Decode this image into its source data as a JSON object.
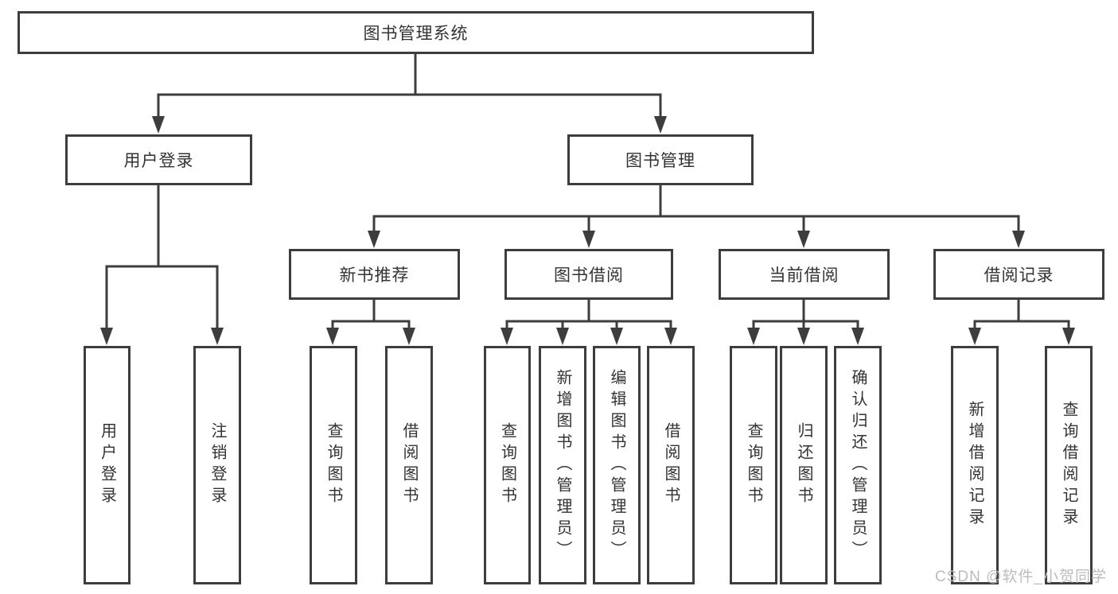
{
  "diagram": {
    "title": "图书管理系统",
    "type": "hierarchy-tree",
    "colors": {
      "line": "#3d3d3d",
      "text": "#333333",
      "box_background": "#ffffff",
      "page_background": "#ffffff",
      "watermark": "#bcbcbc"
    },
    "nodes": {
      "root": "图书管理系统",
      "user_login": "用户登录",
      "book_mgmt": "图书管理",
      "new_book_rec": "新书推荐",
      "book_borrow": "图书借阅",
      "current_borrow": "当前借阅",
      "borrow_records": "借阅记录",
      "leaf_user_login": "用户登录",
      "leaf_logout": "注销登录",
      "leaf_rec_query": "查询图书",
      "leaf_rec_borrow": "借阅图书",
      "leaf_borrow_query": "查询图书",
      "leaf_borrow_add": "新增图书（管理员）",
      "leaf_borrow_edit": "编辑图书（管理员）",
      "leaf_borrow_borrow": "借阅图书",
      "leaf_current_query": "查询图书",
      "leaf_current_return": "归还图书",
      "leaf_current_confirm": "确认归还（管理员）",
      "leaf_records_add": "新增借阅记录",
      "leaf_records_query": "查询借阅记录"
    },
    "edges": [
      [
        "root",
        "user_login"
      ],
      [
        "root",
        "book_mgmt"
      ],
      [
        "user_login",
        "leaf_user_login"
      ],
      [
        "user_login",
        "leaf_logout"
      ],
      [
        "book_mgmt",
        "new_book_rec"
      ],
      [
        "book_mgmt",
        "book_borrow"
      ],
      [
        "book_mgmt",
        "current_borrow"
      ],
      [
        "book_mgmt",
        "borrow_records"
      ],
      [
        "new_book_rec",
        "leaf_rec_query"
      ],
      [
        "new_book_rec",
        "leaf_rec_borrow"
      ],
      [
        "book_borrow",
        "leaf_borrow_query"
      ],
      [
        "book_borrow",
        "leaf_borrow_add"
      ],
      [
        "book_borrow",
        "leaf_borrow_edit"
      ],
      [
        "book_borrow",
        "leaf_borrow_borrow"
      ],
      [
        "current_borrow",
        "leaf_current_query"
      ],
      [
        "current_borrow",
        "leaf_current_return"
      ],
      [
        "current_borrow",
        "leaf_current_confirm"
      ],
      [
        "borrow_records",
        "leaf_records_add"
      ],
      [
        "borrow_records",
        "leaf_records_query"
      ]
    ],
    "watermark": "CSDN @软件_小贺同学"
  }
}
